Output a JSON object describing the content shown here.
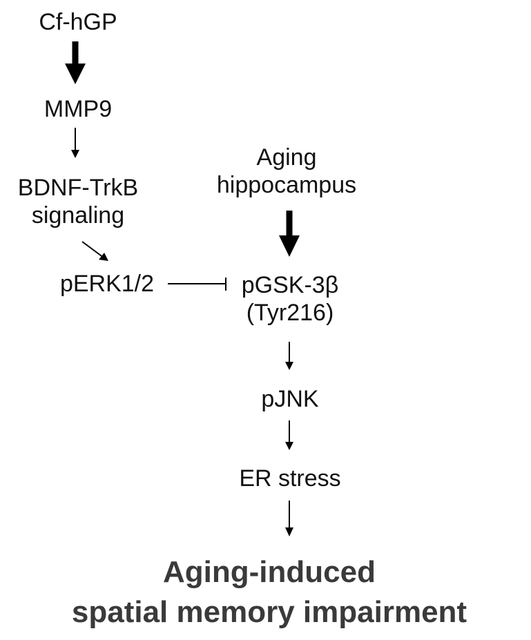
{
  "nodes": {
    "cf_hgp": "Cf-hGP",
    "mmp9": "MMP9",
    "bdnf_line1": "BDNF-TrkB",
    "bdnf_line2": "signaling",
    "perk": "pERK1/2",
    "aging_line1": "Aging",
    "aging_line2": "hippocampus",
    "pgsk_line1": "pGSK-3β",
    "pgsk_line2": "(Tyr216)",
    "pjnk": "pJNK",
    "er_stress": "ER stress"
  },
  "outcome": {
    "line1": "Aging-induced",
    "line2": "spatial memory impairment"
  },
  "colors": {
    "text": "#111111",
    "outcome_text": "#3a3a3a",
    "arrow": "#000000"
  }
}
